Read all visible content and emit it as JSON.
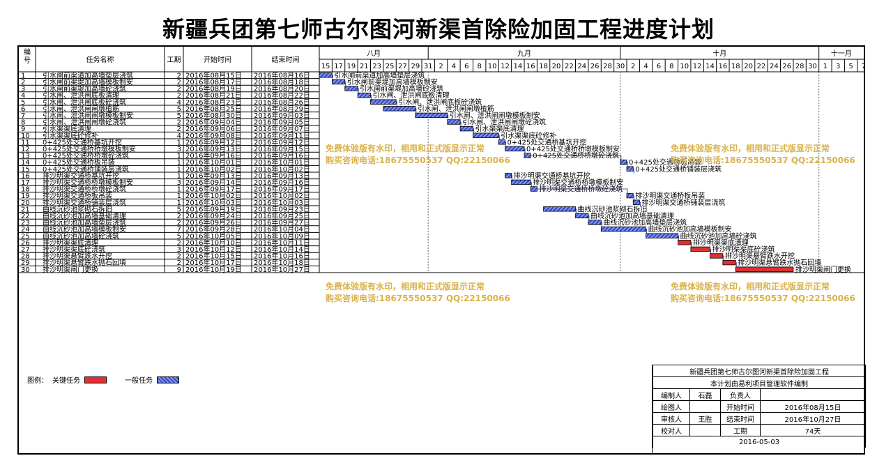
{
  "title": "新疆兵团第七师古尔图河新渠首除险加固工程进度计划",
  "colors": {
    "critical": "#e03030",
    "normal": "#3048c8",
    "watermark": "#d9b24a"
  },
  "table": {
    "headers": {
      "id": "编号",
      "name": "任务名称",
      "dur": "工期",
      "start": "开始时间",
      "end": "结束时间"
    },
    "timeline_start": "2016-08-15",
    "timeline_end": "2016-11-07",
    "months": [
      {
        "label": "八月",
        "start": "2016-08-15",
        "end": "2016-09-01"
      },
      {
        "label": "九月",
        "start": "2016-09-01",
        "end": "2016-10-01"
      },
      {
        "label": "十月",
        "start": "2016-10-01",
        "end": "2016-11-01"
      },
      {
        "label": "十一月",
        "start": "2016-11-01",
        "end": "2016-11-08"
      }
    ],
    "day_ticks": [
      "15",
      "17",
      "19",
      "21",
      "23",
      "25",
      "27",
      "29",
      "31",
      "2",
      "4",
      "6",
      "8",
      "10",
      "12",
      "14",
      "16",
      "18",
      "20",
      "22",
      "24",
      "26",
      "28",
      "30",
      "2",
      "4",
      "6",
      "8",
      "10",
      "12",
      "14",
      "16",
      "18",
      "20",
      "22",
      "24",
      "26",
      "28",
      "30",
      "1",
      "3",
      "5",
      "7"
    ],
    "tasks": [
      {
        "id": "1",
        "name": "引水闸前渠道加高墙垫层浇筑",
        "dur": "2",
        "start": "2016年08月15日",
        "end": "2016年08月16日",
        "s": "2016-08-15",
        "e": "2016-08-16",
        "critical": false
      },
      {
        "id": "2",
        "name": "引水闸前渠堤加高墙模板制安",
        "dur": "2",
        "start": "2016年08月17日",
        "end": "2016年08月18日",
        "s": "2016-08-17",
        "e": "2016-08-18",
        "critical": false
      },
      {
        "id": "3",
        "name": "引水闸前渠堤加高墙砼浇筑",
        "dur": "2",
        "start": "2016年08月19日",
        "end": "2016年08月20日",
        "s": "2016-08-19",
        "e": "2016-08-20",
        "critical": false
      },
      {
        "id": "4",
        "name": "引水闸、泄洪闸底板清理",
        "dur": "2",
        "start": "2016年08月21日",
        "end": "2016年08月22日",
        "s": "2016-08-21",
        "e": "2016-08-22",
        "critical": false
      },
      {
        "id": "5",
        "name": "引水闸、泄洪闸底板砼浇筑",
        "dur": "4",
        "start": "2016年08月23日",
        "end": "2016年08月26日",
        "s": "2016-08-23",
        "e": "2016-08-26",
        "critical": false
      },
      {
        "id": "6",
        "name": "引水闸、泄洪闸闸墩植筋",
        "dur": "5",
        "start": "2016年08月25日",
        "end": "2016年08月29日",
        "s": "2016-08-25",
        "e": "2016-08-29",
        "critical": false
      },
      {
        "id": "7",
        "name": "引水闸、泄洪闸闸墩模板制安",
        "dur": "5",
        "start": "2016年08月30日",
        "end": "2016年09月03日",
        "s": "2016-08-30",
        "e": "2016-09-03",
        "critical": false
      },
      {
        "id": "8",
        "name": "引水闸、泄洪闸闸墩砼浇筑",
        "dur": "2",
        "start": "2016年09月04日",
        "end": "2016年09月05日",
        "s": "2016-09-04",
        "e": "2016-09-05",
        "critical": false
      },
      {
        "id": "9",
        "name": "引水渠渠底清理",
        "dur": "2",
        "start": "2016年09月06日",
        "end": "2016年09月07日",
        "s": "2016-09-06",
        "e": "2016-09-07",
        "critical": false
      },
      {
        "id": "10",
        "name": "引水渠渠底砼修补",
        "dur": "4",
        "start": "2016年09月08日",
        "end": "2016年09月11日",
        "s": "2016-09-08",
        "e": "2016-09-11",
        "critical": false
      },
      {
        "id": "11",
        "name": "0+425处交通桥基坑开挖",
        "dur": "1",
        "start": "2016年09月12日",
        "end": "2016年09月12日",
        "s": "2016-09-12",
        "e": "2016-09-12",
        "critical": false
      },
      {
        "id": "12",
        "name": "0+425处交通桥桥墩模板制安",
        "dur": "3",
        "start": "2016年09月13日",
        "end": "2016年09月15日",
        "s": "2016-09-13",
        "e": "2016-09-15",
        "critical": false
      },
      {
        "id": "13",
        "name": "0+425处交通桥桥墩砼浇筑",
        "dur": "1",
        "start": "2016年09月16日",
        "end": "2016年09月16日",
        "s": "2016-09-16",
        "e": "2016-09-16",
        "critical": false
      },
      {
        "id": "14",
        "name": "0+425处交通桥板吊装",
        "dur": "1",
        "start": "2016年10月01日",
        "end": "2016年10月01日",
        "s": "2016-10-01",
        "e": "2016-10-01",
        "critical": false
      },
      {
        "id": "15",
        "name": "0+425处交通桥铺装层浇筑",
        "dur": "1",
        "start": "2016年10月02日",
        "end": "2016年10月02日",
        "s": "2016-10-02",
        "e": "2016-10-02",
        "critical": false
      },
      {
        "id": "16",
        "name": "排沙明渠交通桥基坑开挖",
        "dur": "1",
        "start": "2016年09月13日",
        "end": "2016年09月13日",
        "s": "2016-09-13",
        "e": "2016-09-13",
        "critical": false
      },
      {
        "id": "17",
        "name": "排沙明渠交通桥桥墩模板制安",
        "dur": "3",
        "start": "2016年09月14日",
        "end": "2016年09月16日",
        "s": "2016-09-14",
        "e": "2016-09-16",
        "critical": false
      },
      {
        "id": "18",
        "name": "排沙明渠交通桥桥墩砼浇筑",
        "dur": "1",
        "start": "2016年09月17日",
        "end": "2016年09月17日",
        "s": "2016-09-17",
        "e": "2016-09-17",
        "critical": false
      },
      {
        "id": "19",
        "name": "排沙明渠交通桥板吊装",
        "dur": "1",
        "start": "2016年10月02日",
        "end": "2016年10月02日",
        "s": "2016-10-02",
        "e": "2016-10-02",
        "critical": false
      },
      {
        "id": "20",
        "name": "排沙明渠交通桥铺装层浇筑",
        "dur": "1",
        "start": "2016年10月03日",
        "end": "2016年10月03日",
        "s": "2016-10-03",
        "e": "2016-10-03",
        "critical": false
      },
      {
        "id": "21",
        "name": "曲线沉砂池浆砌石拆旧",
        "dur": "5",
        "start": "2016年09月19日",
        "end": "2016年09月23日",
        "s": "2016-09-19",
        "e": "2016-09-23",
        "critical": false
      },
      {
        "id": "22",
        "name": "曲线沉砂池加高墙基础清理",
        "dur": "2",
        "start": "2016年09月24日",
        "end": "2016年09月25日",
        "s": "2016-09-24",
        "e": "2016-09-25",
        "critical": false
      },
      {
        "id": "23",
        "name": "曲线沉砂池加高墙垫层浇筑",
        "dur": "2",
        "start": "2016年09月26日",
        "end": "2016年09月27日",
        "s": "2016-09-26",
        "e": "2016-09-27",
        "critical": false
      },
      {
        "id": "24",
        "name": "曲线沉砂池加高墙模板制安",
        "dur": "7",
        "start": "2016年09月28日",
        "end": "2016年10月04日",
        "s": "2016-09-28",
        "e": "2016-10-04",
        "critical": false
      },
      {
        "id": "25",
        "name": "曲线沉砂池加高墙砼浇筑",
        "dur": "5",
        "start": "2016年10月05日",
        "end": "2016年10月09日",
        "s": "2016-10-05",
        "e": "2016-10-09",
        "critical": false
      },
      {
        "id": "26",
        "name": "排沙明渠渠底清理",
        "dur": "2",
        "start": "2016年10月10日",
        "end": "2016年10月11日",
        "s": "2016-10-10",
        "e": "2016-10-11",
        "critical": true
      },
      {
        "id": "27",
        "name": "排沙明渠渠底砼浇筑",
        "dur": "3",
        "start": "2016年10月12日",
        "end": "2016年10月14日",
        "s": "2016-10-12",
        "e": "2016-10-14",
        "critical": true
      },
      {
        "id": "28",
        "name": "排沙明渠悬臂跌水开挖",
        "dur": "2",
        "start": "2016年10月15日",
        "end": "2016年10月16日",
        "s": "2016-10-15",
        "e": "2016-10-16",
        "critical": true
      },
      {
        "id": "29",
        "name": "排沙明渠悬臂跌水抛石回填",
        "dur": "2",
        "start": "2016年10月17日",
        "end": "2016年10月18日",
        "s": "2016-10-17",
        "e": "2016-10-18",
        "critical": true
      },
      {
        "id": "30",
        "name": "排沙明渠闸门更换",
        "dur": "9",
        "start": "2016年10月19日",
        "end": "2016年10月27日",
        "s": "2016-10-19",
        "e": "2016-10-27",
        "critical": true
      }
    ]
  },
  "watermark": {
    "line1": "免费体验版有水印，相用和正式版显示正常",
    "line2": "购买咨询电话:18675550537 QQ:22150066"
  },
  "legend": {
    "label": "图例：",
    "critical": "关键任务",
    "normal": "一般任务"
  },
  "info": {
    "project": "新疆兵团第七师古尔图河新渠首除险加固工程",
    "software": "本计划由易利项目管理软件编制",
    "compiler_label": "编制人",
    "compiler": "石磊",
    "manager_label": "负责人",
    "manager": "",
    "drawer_label": "绘图人",
    "drawer": "",
    "start_label": "开始时间",
    "start": "2016年08月15日",
    "reviewer_label": "审核人",
    "reviewer": "王胜",
    "end_label": "结束时间",
    "end": "2016年10月27日",
    "checker_label": "校对人",
    "checker": "",
    "duration_label": "工期",
    "duration": "74天",
    "date": "2016-05-03"
  }
}
